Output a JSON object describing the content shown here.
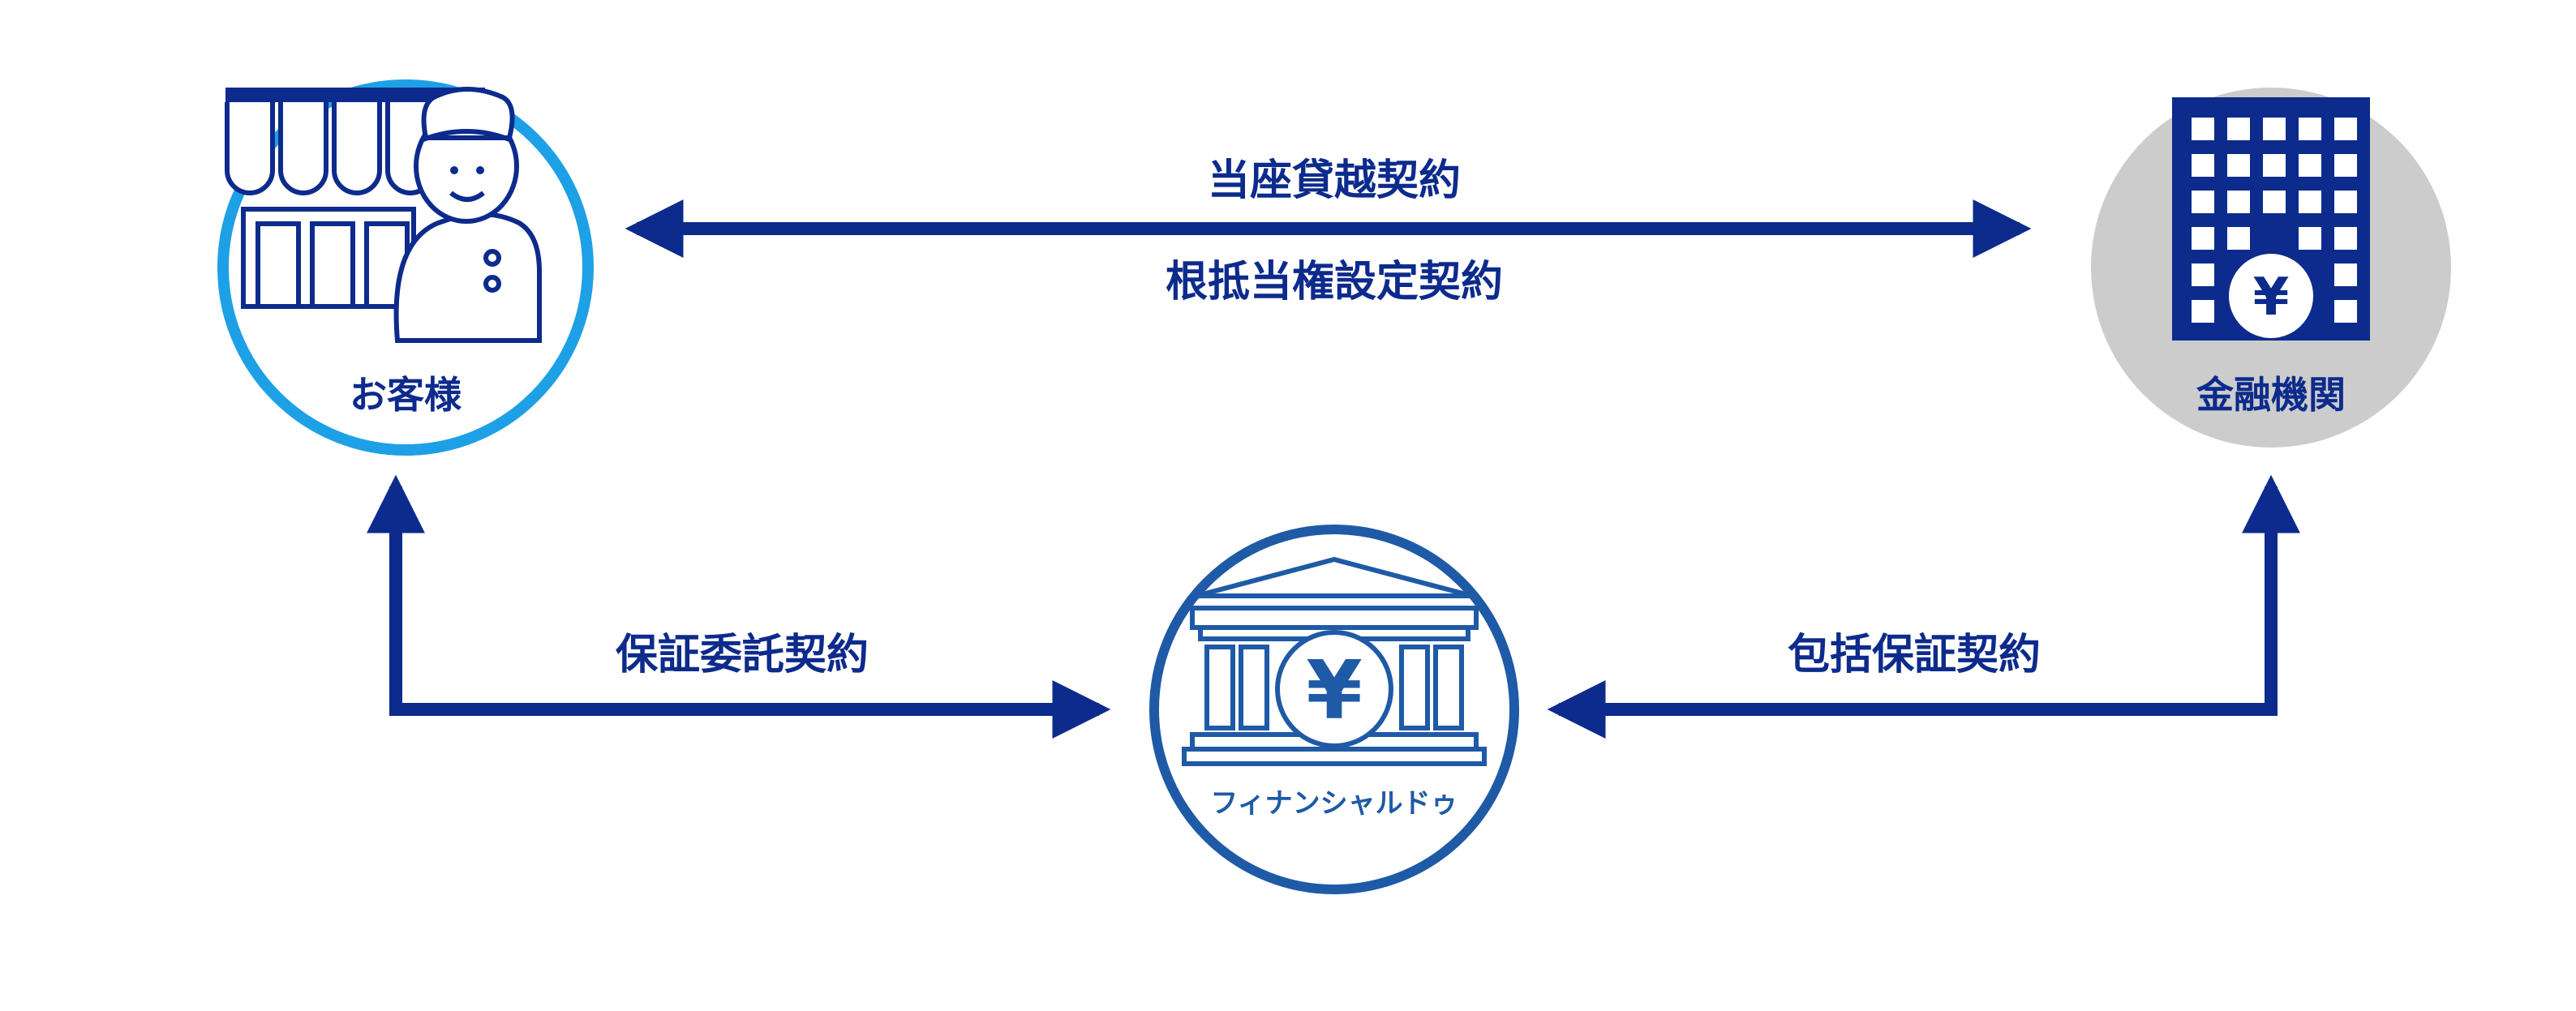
{
  "nodes": {
    "customer": {
      "label": "お客様",
      "ring_color": "#1ea0e6"
    },
    "bank": {
      "label": "金融機関",
      "fill_color": "#cccccc"
    },
    "guarantor": {
      "label": "フィナンシャルドゥ",
      "ring_color": "#1f5aa6",
      "yen_symbol": "¥"
    }
  },
  "bank_yen_symbol": "¥",
  "contracts": {
    "top_line_1": "当座貸越契約",
    "top_line_2": "根抵当権設定契約",
    "bottom_left": "保証委託契約",
    "bottom_right": "包括保証契約"
  },
  "colors": {
    "arrow": "#0d2b8c",
    "text": "#0d2b8c"
  }
}
